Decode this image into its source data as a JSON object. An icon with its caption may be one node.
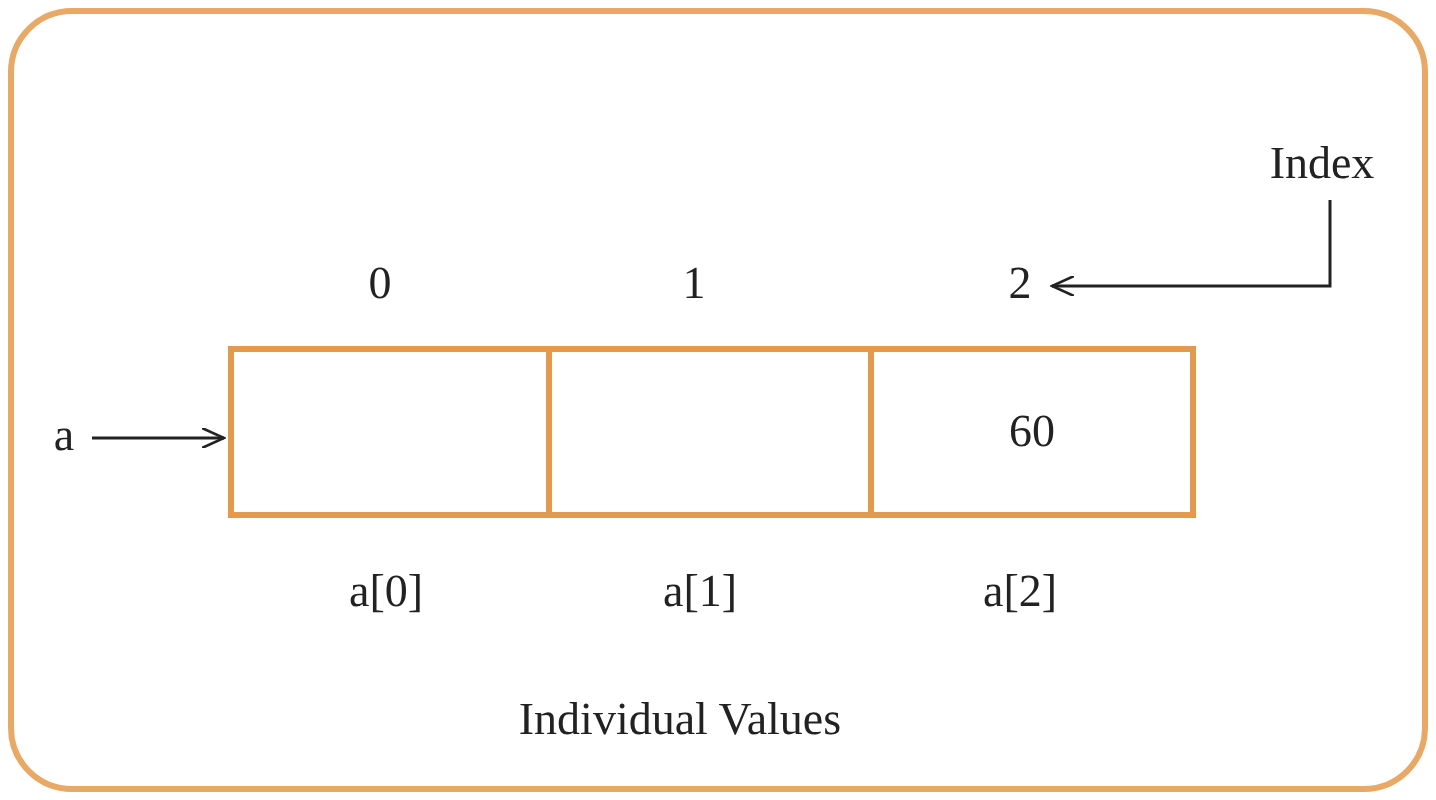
{
  "diagram": {
    "nodes": [
      {
        "text": [
          "a"
        ]
      },
      {
        "text": [],
        "shape": "box"
      },
      {
        "text": [],
        "shape": "box"
      },
      {
        "text": [
          "60"
        ]
      },
      {
        "text": [
          "Index"
        ]
      },
      {
        "text": [
          "2"
        ]
      }
    ],
    "edges": [
      {
        "from": 0,
        "to": 1,
        "arrow": "to"
      },
      {
        "from": 4,
        "to": 5,
        "arrow": "to"
      }
    ],
    "labels": [
      "0",
      "1",
      "a[0]",
      "a[1]",
      "a[2]",
      "Individual Values"
    ]
  }
}
